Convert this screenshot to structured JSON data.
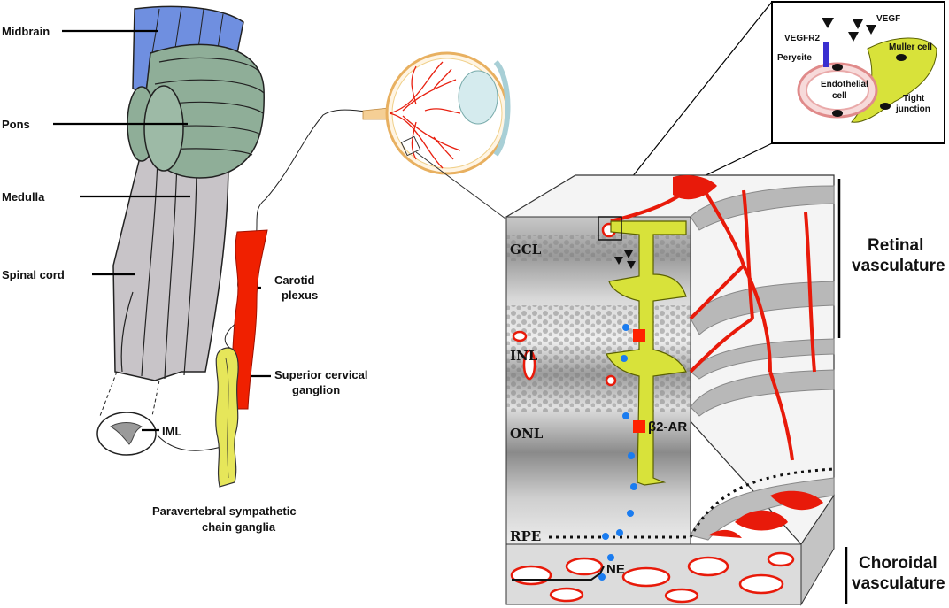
{
  "left_labels": {
    "midbrain": "Midbrain",
    "pons": "Pons",
    "medulla": "Medulla",
    "spinal_cord": "Spinal cord",
    "iml": "IML",
    "carotid_1": "Carotid",
    "carotid_2": "plexus",
    "scg_1": "Superior cervical",
    "scg_2": "ganglion",
    "chain_1": "Paravertebral sympathetic",
    "chain_2": "chain ganglia"
  },
  "inset_labels": {
    "vegf": "VEGF",
    "vegfr2": "VEGFR2",
    "muller": "Muller cell",
    "perycite": "Perycite",
    "endo_1": "Endothelial",
    "endo_2": "cell",
    "tight_1": "Tight",
    "tight_2": "junction"
  },
  "layer_labels": {
    "gcl": "GCL",
    "inl": "INL",
    "onl": "ONL",
    "rpe": "RPE",
    "ne": "NE",
    "b2ar": "β2-AR"
  },
  "right_labels": {
    "retinal_1": "Retinal",
    "retinal_2": "vasculature",
    "choroidal_1": "Choroidal",
    "choroidal_2": "vasculature"
  }
}
